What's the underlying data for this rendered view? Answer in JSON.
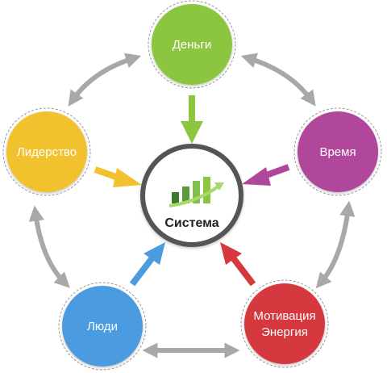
{
  "center": {
    "label": "Система",
    "ring_color": "#555555",
    "chart_colors": [
      "#3d7a2c",
      "#5a9a3a",
      "#7fc04a"
    ]
  },
  "nodes": [
    {
      "id": "money",
      "label": "Деньги",
      "color": "#8cc63f",
      "arrow_color": "#8cc63f"
    },
    {
      "id": "time",
      "label": "Время",
      "color": "#b0479b",
      "arrow_color": "#b0479b"
    },
    {
      "id": "motivation",
      "label": "Мотивация",
      "label2": "Энергия",
      "color": "#d6383f",
      "arrow_color": "#d6383f"
    },
    {
      "id": "people",
      "label": "Люди",
      "color": "#4b9be0",
      "arrow_color": "#4b9be0"
    },
    {
      "id": "leadership",
      "label": "Лидерство",
      "color": "#f2c12e",
      "arrow_color": "#f2c12e"
    }
  ],
  "connector_color": "#a8a8a8"
}
